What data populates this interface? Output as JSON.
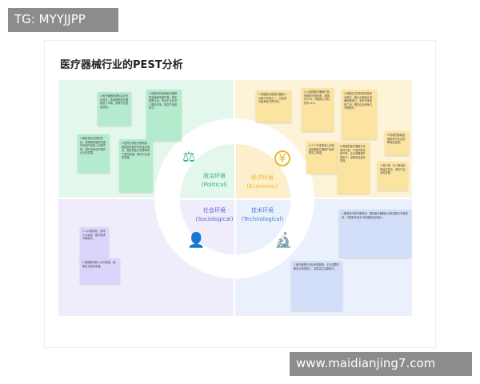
{
  "watermark_top": "TG: MYYJJPP",
  "watermark_bottom": "www.maidianjing7.com",
  "title": "医疗器械行业的PEST分析",
  "quadrants": {
    "political": {
      "cn": "政治环境",
      "en": "(Political)",
      "color": "#2fb37a"
    },
    "economic": {
      "cn": "经济环境",
      "en": "(Economic)",
      "color": "#e8b923"
    },
    "sociological": {
      "cn": "社会环境",
      "en": "(Sociological)",
      "color": "#5e5bd1"
    },
    "technological": {
      "cn": "技术环境",
      "en": "(Technological)",
      "color": "#4a7fd6"
    }
  },
  "notes": {
    "political": [
      "1.医疗器械的销售量正逐步增长，各种新型医疗器械进入市场，使得行业更加规范。",
      "2.我国对药品和医疗器械的监管越来越严格，相关政策出台，有利于企业进入国际市场，提高产品竞争力。",
      "3.随着相关法规的变化，使得越来越多的国外高端产品进入中国市场，同时也有利于国内企业的发展。",
      "4.医药分家是大势所趋，随着国内医疗体系逐步健全，国家的医疗政策带来了新的机遇，推动行业健康发展。"
    ],
    "economic": [
      "1.我国是全球医疗器械十大新兴市场之一，已经成为极具潜力的市场。",
      "2.从我国医疗器械产品的销售比例来看，我国为15%，而国际上的比例为11%。",
      "3.我国卫生材料的质量较为稳定，部分大型医疗设备依赖进口，未来市场前景广阔，国内企业竞争力不断提升。",
      "5.有着的基础设施有利于企业的跨地区经营。",
      "4.个人可支配收入的增加使得医疗器械产品的购买力增强。",
      "6.我国的医疗器械行业相对分散，产品同质化较严重，企业需要提升竞争力，品牌效应逐步显现。",
      "7.海之角，长三角地区的经济发达，有利于企业的发展。"
    ],
    "sociological": [
      "1.人口老龄化，老年人口增加，医疗需求不断增大。",
      "2.我国居民收入水平提高，健康意识逐步增强。"
    ],
    "technological": [
      "1.随着技术的不断进步，国内医疗器械企业研发能力不断提高，与国际先进水平的差距逐步缩小。",
      "2.医疗器械行业技术更新快，企业需要不断加大研发投入，提高自主创新能力。"
    ]
  }
}
